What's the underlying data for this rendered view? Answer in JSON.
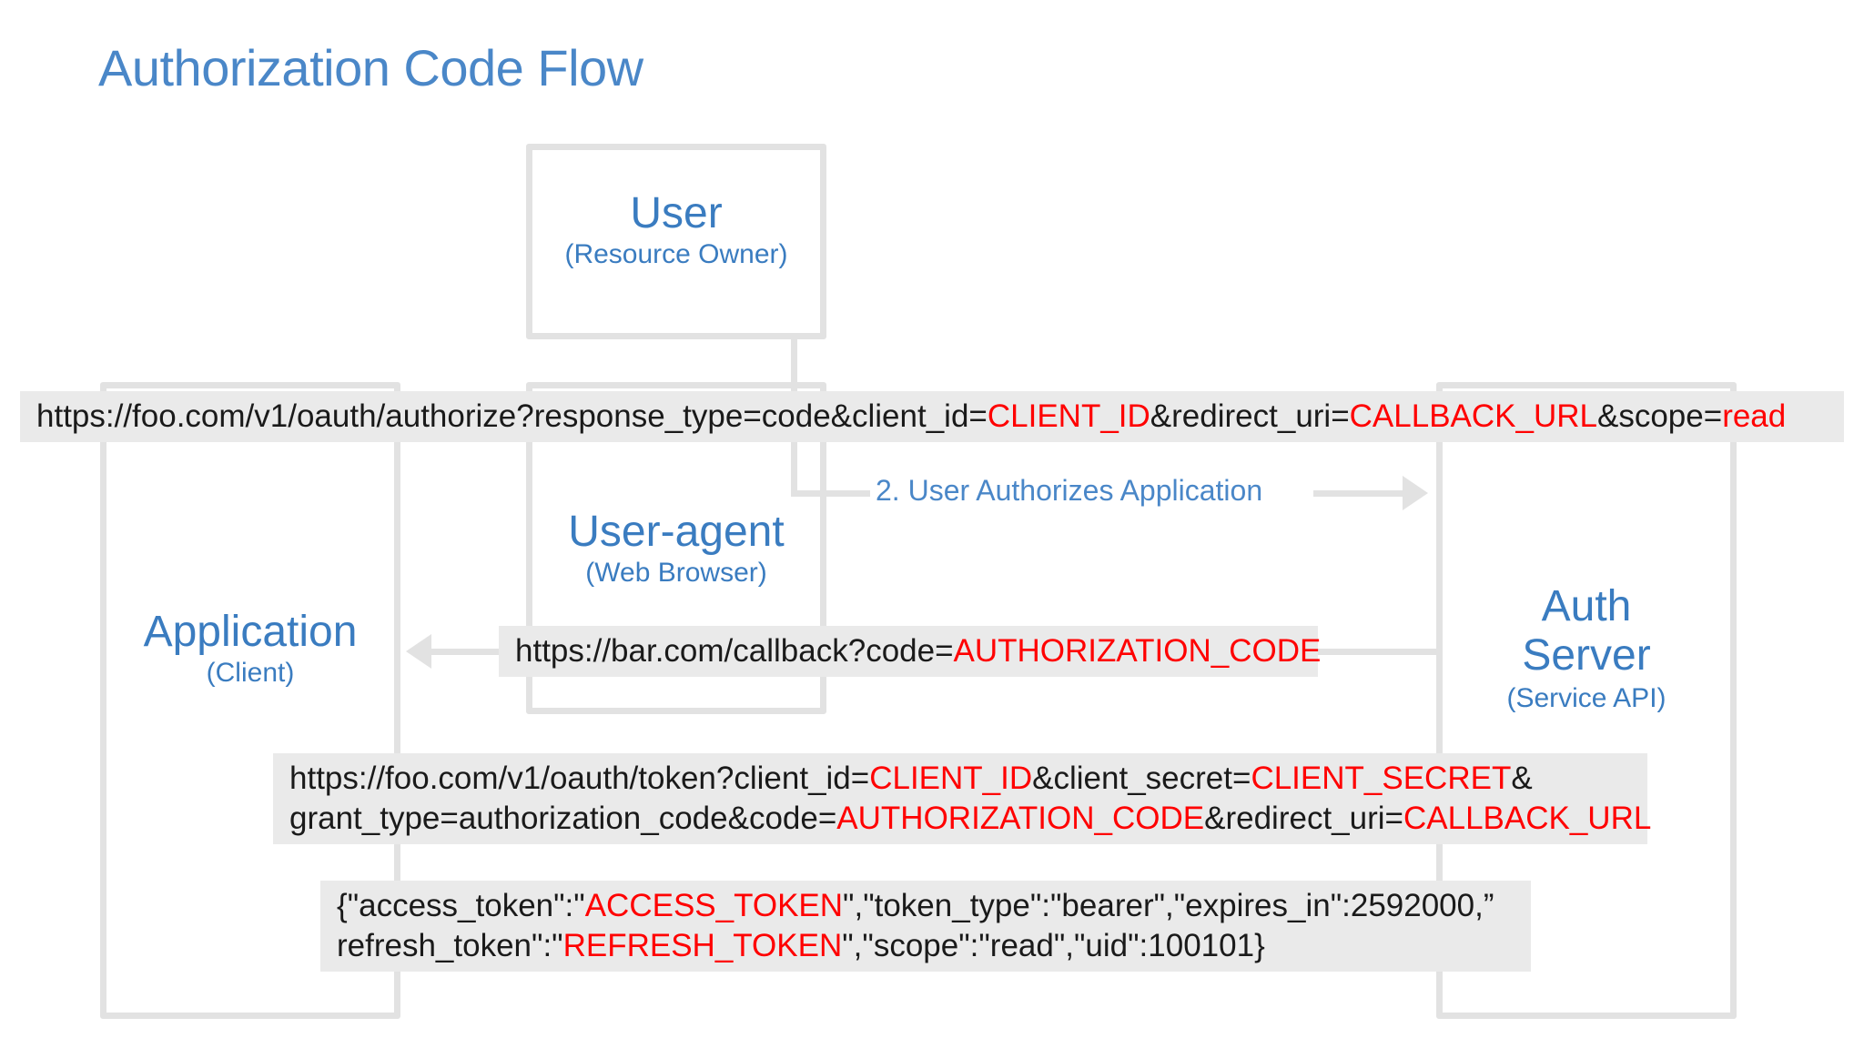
{
  "title": "Authorization Code Flow",
  "colors": {
    "accent_blue": "#3a7cc0",
    "title_blue": "#4a87c8",
    "highlight_red": "#ff0000",
    "box_border_gray": "#e2e2e2",
    "bar_gray": "#eaeaea"
  },
  "actors": {
    "user": {
      "name": "User",
      "sub": "(Resource Owner)"
    },
    "application": {
      "name": "Application",
      "sub": "(Client)"
    },
    "useragent": {
      "name": "User-agent",
      "sub": "(Web Browser)"
    },
    "authserver": {
      "name": "Auth",
      "name2": "Server",
      "sub": "(Service API)"
    }
  },
  "arrows": {
    "authorize_step": "2. User Authorizes Application"
  },
  "messages": {
    "authorize": {
      "p1": "https://foo.com/v1/oauth/authorize?response_type=code&client_id=",
      "v1": "CLIENT_ID",
      "p2": "&redirect_uri=",
      "v2": "CALLBACK_URL",
      "p3": "&scope=",
      "v3": "read"
    },
    "callback": {
      "p1": "https://bar.com/callback?code=",
      "v1": "AUTHORIZATION_CODE"
    },
    "token": {
      "l1p1": "https://foo.com/v1/oauth/token?client_id=",
      "l1v1": "CLIENT_ID",
      "l1p2": "&client_secret=",
      "l1v2": "CLIENT_SECRET",
      "l1p3": "&",
      "l2p1": "grant_type=authorization_code&code=",
      "l2v1": "AUTHORIZATION_CODE",
      "l2p2": "&redirect_uri=",
      "l2v2": "CALLBACK_URL"
    },
    "response": {
      "l1p1": "{\"access_token\":\"",
      "l1v1": "ACCESS_TOKEN",
      "l1p2": "\",\"token_type\":\"bearer\",\"expires_in\":2592000,”",
      "l2p1": "refresh_token\":\"",
      "l2v1": "REFRESH_TOKEN",
      "l2p2": "\",\"scope\":\"read\",\"uid\":100101}"
    }
  }
}
